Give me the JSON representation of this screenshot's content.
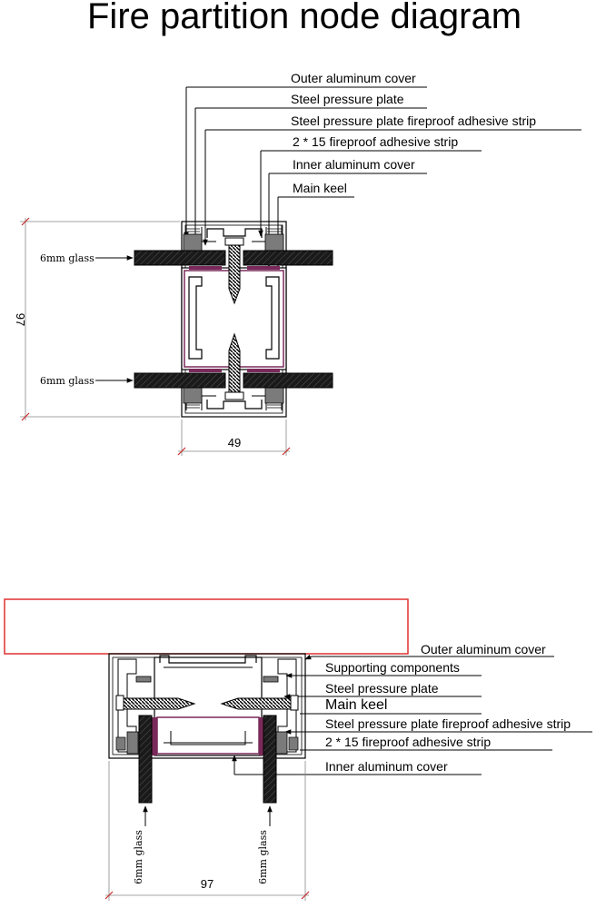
{
  "title": "Fire partition node diagram",
  "colors": {
    "line": "#000000",
    "glass": "#1a1a1a",
    "gasket": "#7b7b7b",
    "adhesive": "#7a2a5a",
    "dimension": "#cc2a2a",
    "highlight_box": "#e03030"
  },
  "diagram_top": {
    "labels": {
      "outer_aluminum_cover": "Outer aluminum cover",
      "steel_pressure_plate": "Steel pressure plate",
      "steel_plate_fireproof_strip": "Steel pressure plate fireproof adhesive strip",
      "fireproof_strip_2x15": "2 * 15 fireproof adhesive strip",
      "inner_aluminum_cover": "Inner aluminum cover",
      "main_keel": "Main keel"
    },
    "glass_label_top": "6mm glass",
    "glass_label_bottom": "6mm glass",
    "dim_height": "97",
    "dim_width": "49"
  },
  "diagram_bottom": {
    "labels": {
      "outer_aluminum_cover": "Outer aluminum cover",
      "supporting_components": "Supporting components",
      "steel_pressure_plate": "Steel pressure plate",
      "main_keel": "Main keel",
      "steel_plate_fireproof_strip": "Steel pressure plate fireproof adhesive strip",
      "fireproof_strip_2x15": "2 * 15 fireproof adhesive strip",
      "inner_aluminum_cover": "Inner aluminum cover"
    },
    "glass_label_left": "6mm glass",
    "glass_label_right": "6mm glass",
    "dim_width": "97"
  }
}
